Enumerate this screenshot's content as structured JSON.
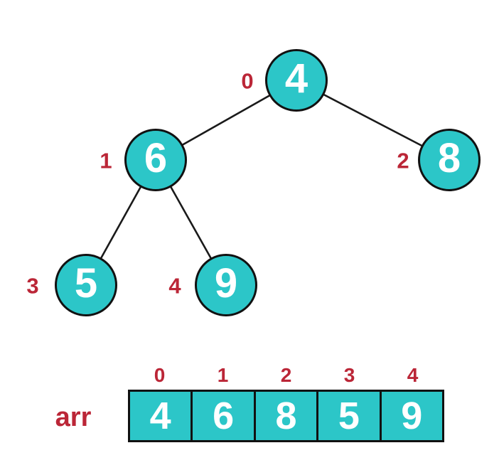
{
  "colors": {
    "node_fill": "#2cc6c8",
    "node_border": "#111111",
    "node_text": "#ffffff",
    "index_label": "#bb2637",
    "edge": "#1a1a1a",
    "background": "#ffffff"
  },
  "tree": {
    "nodes": [
      {
        "index": "0",
        "value": "4"
      },
      {
        "index": "1",
        "value": "6"
      },
      {
        "index": "2",
        "value": "8"
      },
      {
        "index": "3",
        "value": "5"
      },
      {
        "index": "4",
        "value": "9"
      }
    ],
    "edges": [
      {
        "from": "0",
        "to": "1"
      },
      {
        "from": "0",
        "to": "2"
      },
      {
        "from": "1",
        "to": "3"
      },
      {
        "from": "1",
        "to": "4"
      }
    ]
  },
  "array": {
    "label": "arr",
    "indices": [
      "0",
      "1",
      "2",
      "3",
      "4"
    ],
    "values": [
      "4",
      "6",
      "8",
      "5",
      "9"
    ]
  }
}
